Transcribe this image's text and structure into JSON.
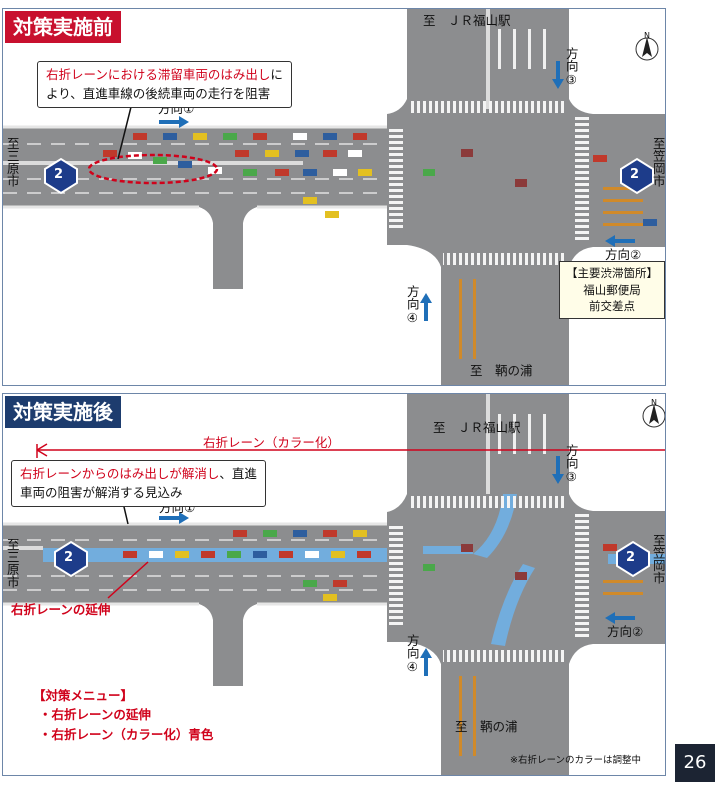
{
  "before": {
    "badge": "対策実施前",
    "top_label": "至　ＪＲ福山駅",
    "bottom_label": "至　鞆の浦",
    "left_label": "至三原市",
    "right_label": "至笠岡市",
    "route_number": "2",
    "dir1": "方向①",
    "dir2": "方向②",
    "dir3": "方向③",
    "dir4": "方向④",
    "callout_line1_red": "右折レーンにおける滞留車両のはみ出し",
    "callout_line1_rest": "に",
    "callout_line2": "より、直進車線の後続車両の走行を阻害",
    "hotspot_line1": "【主要渋滞箇所】",
    "hotspot_line2": "福山郵便局",
    "hotspot_line3": "前交差点",
    "north": "N"
  },
  "after": {
    "badge": "対策実施後",
    "top_label": "至　ＪＲ福山駅",
    "bottom_label": "至　鞆の浦",
    "left_label": "至三原市",
    "right_label": "至笠岡市",
    "route_number": "2",
    "dir1": "方向①",
    "dir2": "方向②",
    "dir3": "方向③",
    "dir4": "方向④",
    "colored_lane_label": "右折レーン（カラー化）",
    "callout_line1_red": "右折レーンからのはみ出しが解消し",
    "callout_line1_rest": "、直進",
    "callout_line2": "車両の阻害が解消する見込み",
    "extension_label": "右折レーンの延伸",
    "menu_title": "【対策メニュー】",
    "menu_item1": "・右折レーンの延伸",
    "menu_item2": "・右折レーン（カラー化）青色",
    "north": "N"
  },
  "footnote": "※右折レーンのカラーは調整中",
  "page_number": "26",
  "colors": {
    "badge_before": "#c8102e",
    "badge_after": "#1d3c6e",
    "annotation_red": "#d0021b",
    "arrow_blue": "#1f6fb8",
    "lane_blue": "#6fb0e6",
    "road": "#8a8b8d"
  }
}
